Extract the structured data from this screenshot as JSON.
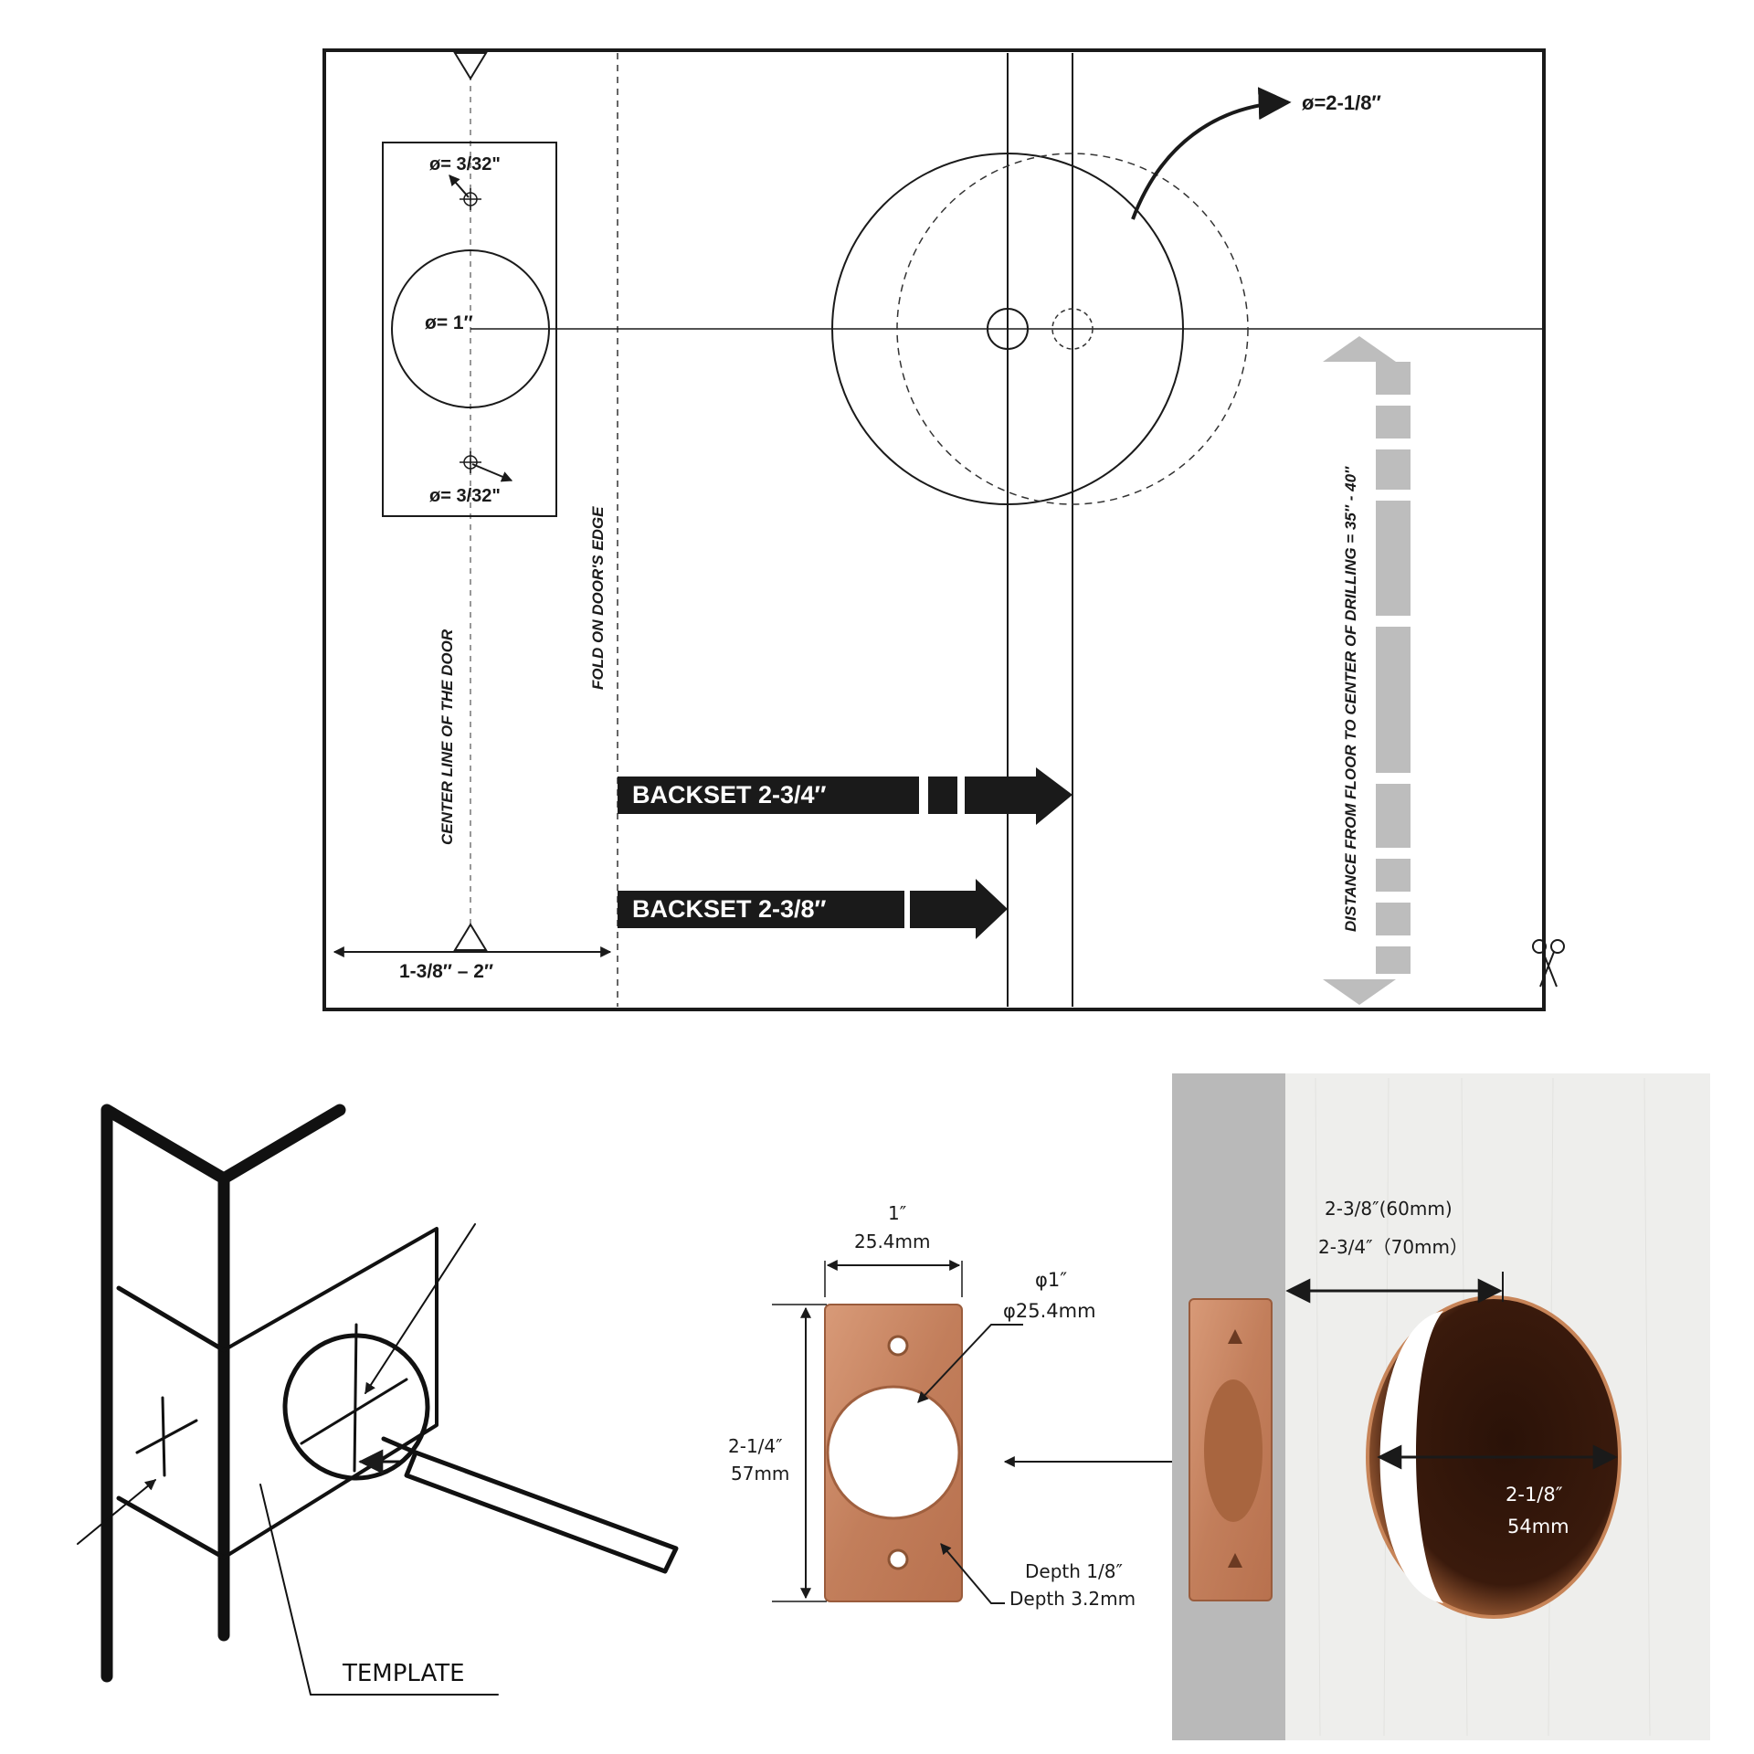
{
  "template": {
    "strike_hole_label": "ø= 1″",
    "screw_hole_top_label": "ø= 3/32\"",
    "screw_hole_bottom_label": "ø= 3/32\"",
    "bore_label": "ø=2-1/8″",
    "center_line_label": "CENTER LINE OF THE DOOR",
    "fold_label": "FOLD ON DOOR'S EDGE",
    "backset_long_label": "BACKSET 2-3/4″",
    "backset_short_label": "BACKSET 2-3/8″",
    "door_thickness_label": "1-3/8″  –  2″",
    "floor_distance_label": "DISTANCE FROM FLOOR TO CENTER OF DRILLING = 35″ - 40″"
  },
  "installation_sketch": {
    "template_label": "TEMPLATE"
  },
  "strike_plate": {
    "width_in": "1″",
    "width_mm": "25.4mm",
    "hole_in": "φ1″",
    "hole_mm": "φ25.4mm",
    "height_in": "2-1/4″",
    "height_mm": "57mm",
    "depth_in": "Depth 1/8″",
    "depth_mm": "Depth 3.2mm"
  },
  "door_photo": {
    "backset_short": "2-3/8″(60mm)",
    "backset_long": "2-3/4″（70mm）",
    "bore_in": "2-1/8″",
    "bore_mm": "54mm"
  },
  "colors": {
    "line": "#1a1a1a",
    "arrow_gray": "#bdbdbd",
    "copper": "#c98a6a",
    "door_edge_gray": "#b9b9b9",
    "door_face": "#eeeeec"
  }
}
